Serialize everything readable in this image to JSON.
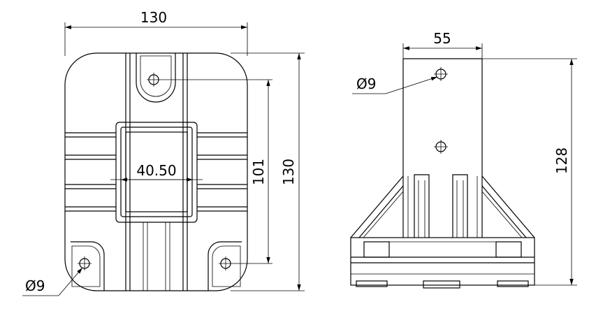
{
  "top_view": {
    "width_dim": "130",
    "height_dim": "130",
    "hole_spacing_dim": "101",
    "square_dim": "40.50",
    "hole_dia_dim": "Ø9"
  },
  "side_view": {
    "width_dim": "55",
    "height_dim": "128",
    "hole_dia_dim": "Ø9"
  }
}
